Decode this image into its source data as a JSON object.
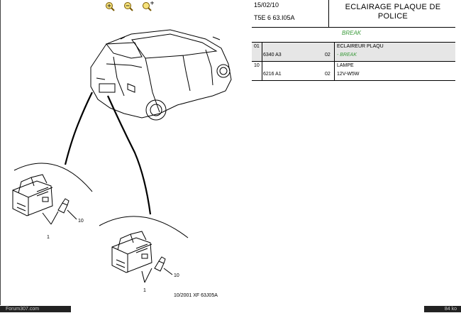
{
  "zoom": {
    "zoom_in": "zoom-in-icon",
    "zoom_out": "zoom-out-icon",
    "zoom_fit": "zoom-fit-icon"
  },
  "header": {
    "date": "15/02/10",
    "reference": "T5E 6 63.I05A",
    "title_line1": "ECLAIRAGE PLAQUE DE",
    "title_line2": "POLICE"
  },
  "variant": "BREAK",
  "parts": [
    {
      "num": "01",
      "ref": "6340 A3",
      "qty": "02",
      "name": "ECLAIREUR PLAQU",
      "desc": "- BREAK",
      "desc_green": true
    },
    {
      "num": "10",
      "ref": "6216 A1",
      "qty": "02",
      "name": "LAMPE",
      "desc": "12V-W5W",
      "desc_green": false
    }
  ],
  "diagram": {
    "callouts": [
      "1",
      "10",
      "1",
      "10"
    ],
    "caption": "10/2001   XF 63J05A"
  },
  "footer": {
    "left": "Forum307.com",
    "right": "84 ko"
  },
  "colors": {
    "green": "#3a9a3a",
    "shaded_row": "#e6e6e6"
  }
}
